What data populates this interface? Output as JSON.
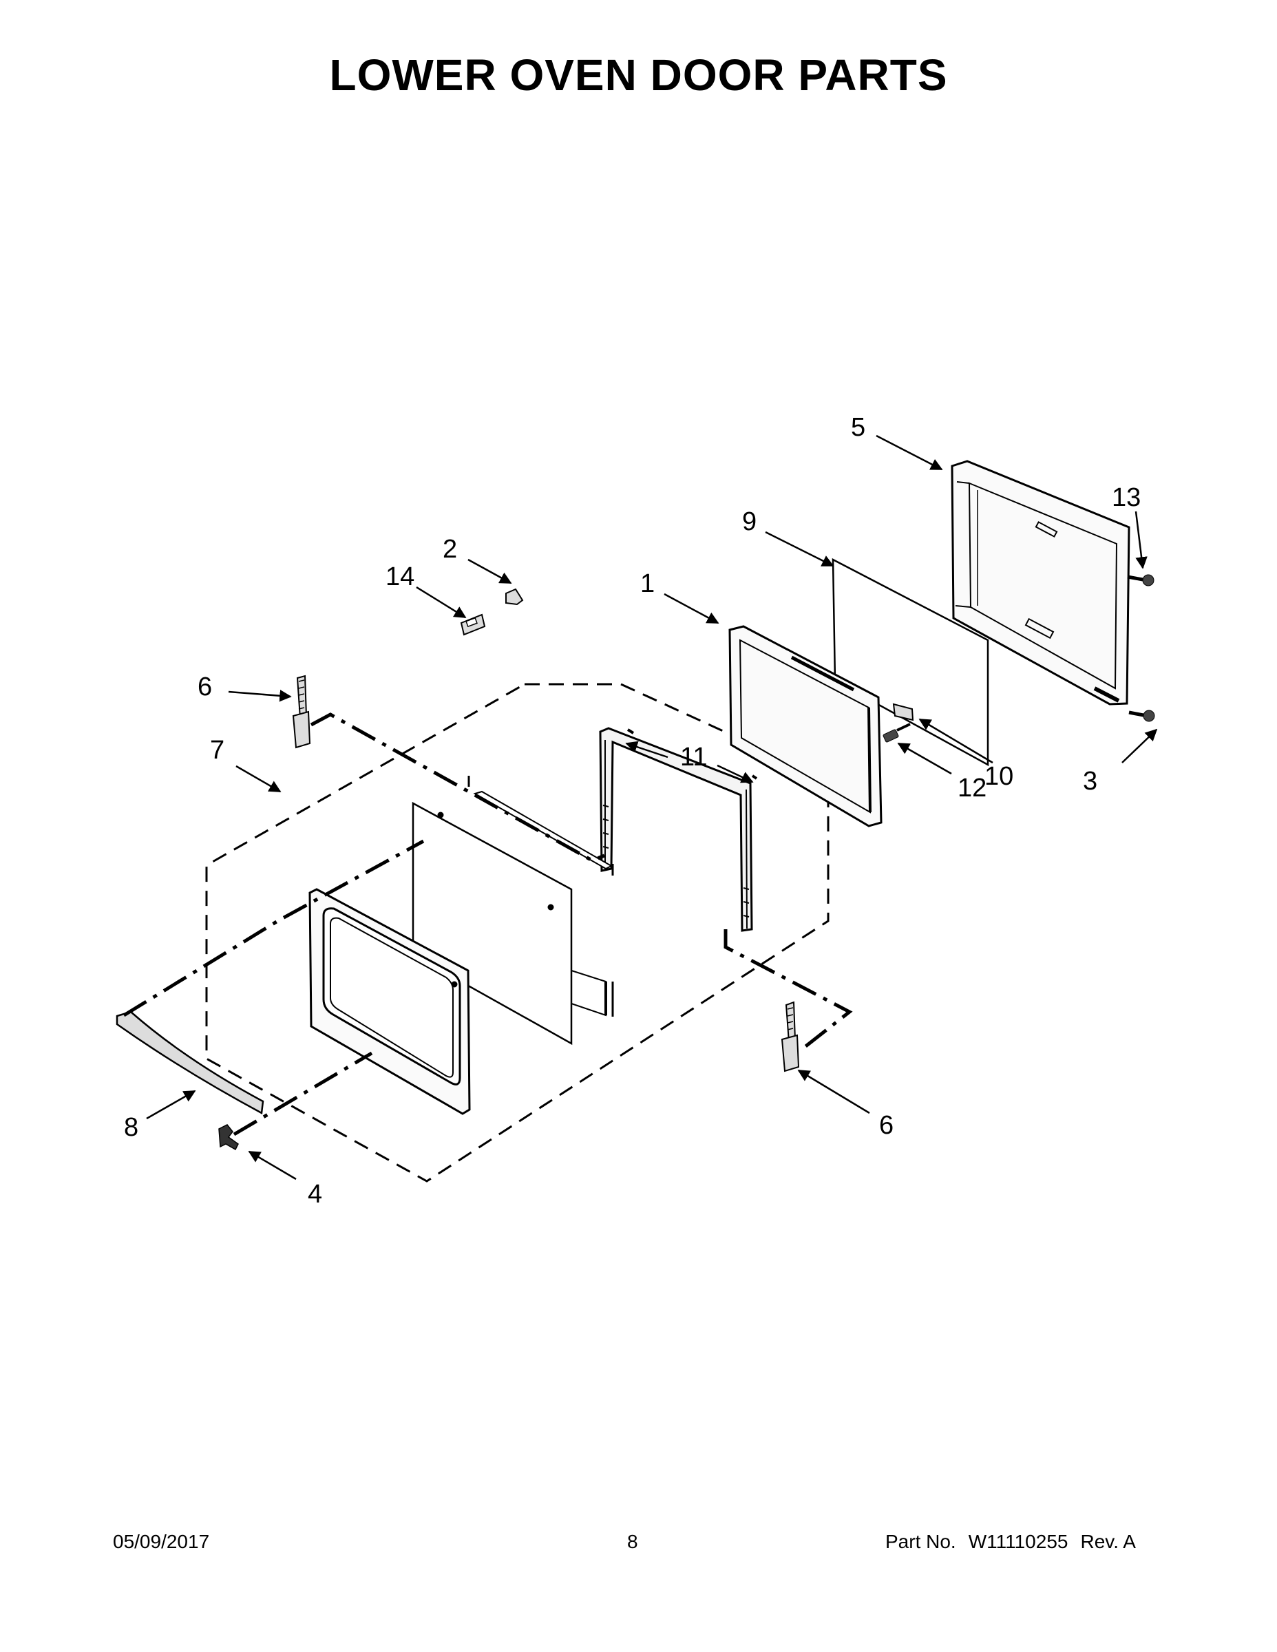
{
  "title": "LOWER OVEN DOOR PARTS",
  "callouts": {
    "p1": "1",
    "p2": "2",
    "p3": "3",
    "p4": "4",
    "p5": "5",
    "p6a": "6",
    "p6b": "6",
    "p7": "7",
    "p8": "8",
    "p9": "9",
    "p10": "10",
    "p11": "11",
    "p12": "12",
    "p13": "13",
    "p14": "14"
  },
  "footer": {
    "date": "05/09/2017",
    "page": "8",
    "part_label": "Part No.",
    "part_number": "W11110255",
    "revision": "Rev.  A"
  }
}
